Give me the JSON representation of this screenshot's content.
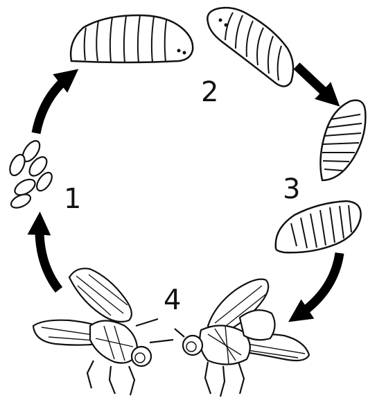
{
  "diagram": {
    "stages": [
      {
        "number": "1",
        "name": "eggs"
      },
      {
        "number": "2",
        "name": "larva"
      },
      {
        "number": "3",
        "name": "pupa"
      },
      {
        "number": "4",
        "name": "adult fly"
      }
    ]
  },
  "colors": {
    "ink": "#111111",
    "background": "#ffffff",
    "arrow": "#000000"
  },
  "icons": [
    "egg-icon",
    "larva-icon",
    "pupa-icon",
    "fly-icon",
    "arrow-icon"
  ]
}
